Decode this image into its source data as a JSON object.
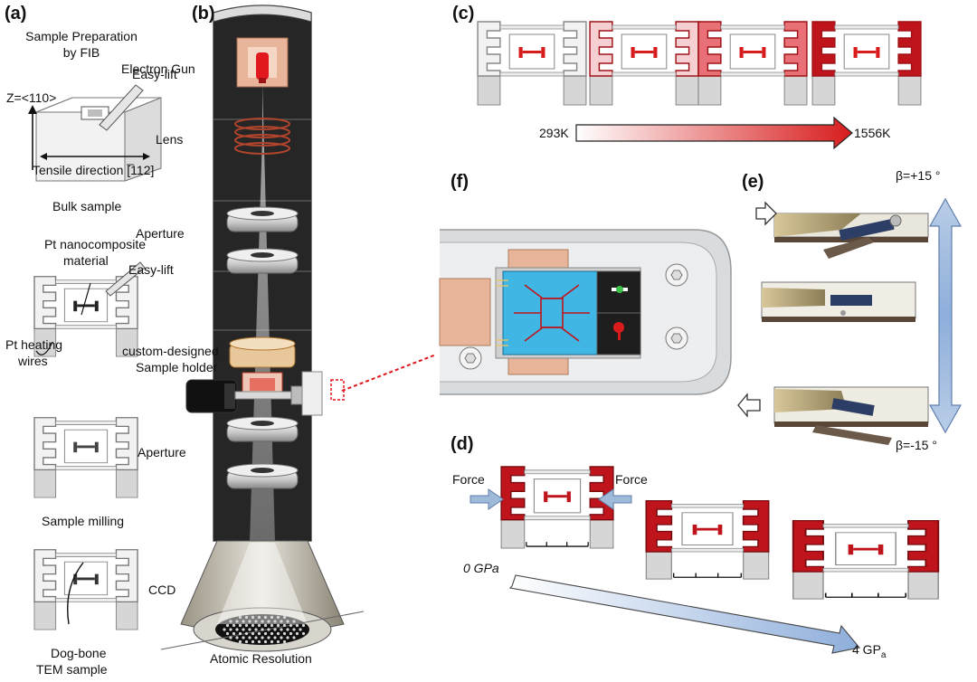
{
  "panels": {
    "a": {
      "label": "(a)",
      "prep_title_line1": "Sample Preparation",
      "prep_title_line2": "by FIB",
      "easy_lift_1": "Easy-lift",
      "axis_z": "Z=<110>",
      "tensile_direction": "Tensile direction [̅112]",
      "bulk_sample": "Bulk sample",
      "pt_nano_line1": "Pt nanocomposite",
      "pt_nano_line2": "material",
      "easy_lift_2": "Easy-lift",
      "pt_heat_line1": "Pt heating",
      "pt_heat_line2": "wires",
      "sample_milling": "Sample milling",
      "dogbone_line1": "Dog-bone",
      "dogbone_line2": "TEM sample"
    },
    "b": {
      "label": "(b)",
      "electron_gun": "Electron Gun",
      "lens": "Lens",
      "aperture_top": "Aperture",
      "holder_line1": "custom-designed",
      "holder_line2": "Sample holder",
      "aperture_bottom": "Aperture",
      "ccd": "CCD",
      "atomic_resolution": "Atomic Resolution"
    },
    "c": {
      "label": "(c)",
      "temp_start": "293K",
      "temp_end": "1556K",
      "heat_colors": [
        "#f2f2f2",
        "#f6cfd2",
        "#ea7078",
        "#c0141c"
      ]
    },
    "d": {
      "label": "(d)",
      "force_left": "Force",
      "force_right": "Force",
      "stress_start": "0 GPa",
      "stress_end_num": "4 GP",
      "stress_end_sub": "a"
    },
    "e": {
      "label": "(e)",
      "beta_top": "β=+15 °",
      "beta_bottom": "β=-15 °"
    },
    "f": {
      "label": "(f)"
    }
  },
  "colors": {
    "column": "#262626",
    "copper": "#e8b59a",
    "heater_red": "#c0141c",
    "chip_blue": "#3fb6e4",
    "tilt_arrow": "#9fb9d9"
  }
}
